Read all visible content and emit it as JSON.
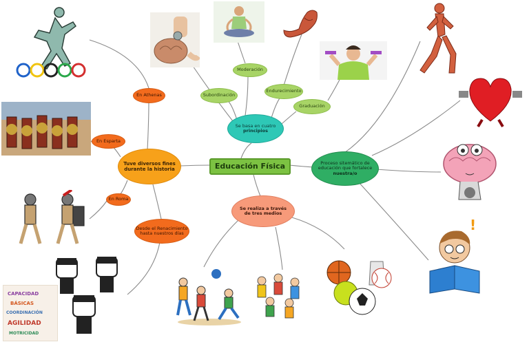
{
  "central": "Educación Física",
  "branch_history": "Tuve diversos fines durante la historia",
  "branch_principles": {
    "line1": "Se basa en cuatro",
    "line2": "principios"
  },
  "branch_process": {
    "line1": "Proceso sitemático de educación que fortalece",
    "line2": "nuestra/o"
  },
  "branch_means": "Se realiza a través de tres medios",
  "history_items": [
    "En Athenas",
    "En Esparta",
    "En Roma",
    "Desde el Renacimiento hasta nuestros días"
  ],
  "principles_items": [
    "Moderación",
    "Subordinación",
    "Endurecimiento",
    "Graduación"
  ],
  "wordcloud_words": [
    "AGILIDAD",
    "BÁSICAS",
    "CAPACIDAD",
    "MOTRICIDAD",
    "COORDINACIÓN"
  ],
  "colors": {
    "central": "#7cc242",
    "history": "#f7a11a",
    "history_items": "#f26b1d",
    "principles": "#2ec8b6",
    "principles_items": "#a8d466",
    "process": "#2fae64",
    "means": "#f79a7a",
    "lines": "#8a8a8a"
  },
  "icons": [
    "olympic-discus-thrower-icon",
    "brain-stethoscope-icon",
    "meditation-icon",
    "flexed-arm-icon",
    "dumbbell-woman-icon",
    "muscle-runner-icon",
    "heart-dumbbell-icon",
    "brain-exercise-icon",
    "reading-boy-icon",
    "spartan-army-icon",
    "gladiators-icon",
    "cartoon-men-icon",
    "word-cloud-icon",
    "kids-playing-icon",
    "sports-kids-icon",
    "sports-balls-icon"
  ]
}
